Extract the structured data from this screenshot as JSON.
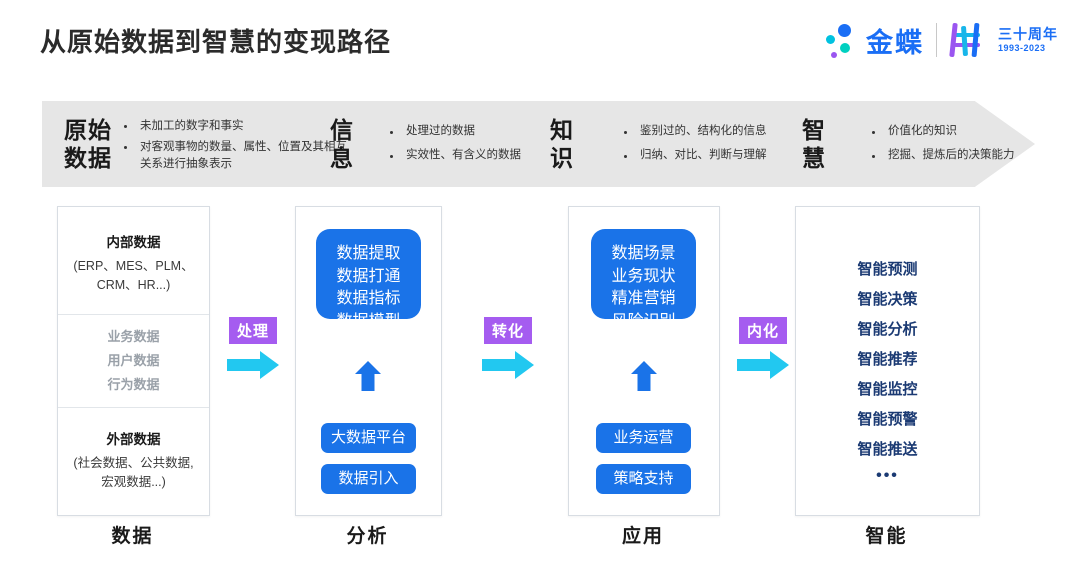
{
  "header": {
    "title": "从原始数据到智慧的变现路径",
    "logo": {
      "brand": "金蝶",
      "anniversary_top": "三十周年",
      "anniversary_years": "1993-2023"
    }
  },
  "banner": {
    "segments": [
      {
        "title_line1": "原始",
        "title_line2": "数据",
        "bullets": [
          "未加工的数字和事实",
          "对客观事物的数量、属性、位置及其相互关系进行抽象表示"
        ]
      },
      {
        "title_line1": "信",
        "title_line2": "息",
        "bullets": [
          "处理过的数据",
          "实效性、有含义的数据"
        ]
      },
      {
        "title_line1": "知",
        "title_line2": "识",
        "bullets": [
          "鉴别过的、结构化的信息",
          "归纳、对比、判断与理解"
        ]
      },
      {
        "title_line1": "智",
        "title_line2": "慧",
        "bullets": [
          "价值化的知识",
          "挖掘、提炼后的决策能力"
        ]
      }
    ]
  },
  "columns": [
    {
      "bottom_label": "数据",
      "internal_head": "内部数据",
      "internal_sub": "(ERP、MES、PLM、\nCRM、HR...)",
      "grey_items": [
        "业务数据",
        "用户数据",
        "行为数据"
      ],
      "external_head": "外部数据",
      "external_sub": "(社会数据、公共数据,\n宏观数据...)"
    },
    {
      "bottom_label": "分析",
      "main_box": "数据提取\n数据打通\n数据指标\n数据模型",
      "pills": [
        "大数据平台",
        "数据引入"
      ]
    },
    {
      "bottom_label": "应用",
      "main_box": "数据场景\n业务现状\n精准营销\n风险识别",
      "pills": [
        "业务运营",
        "策略支持"
      ]
    },
    {
      "bottom_label": "智能",
      "items": [
        "智能预测",
        "智能决策",
        "智能分析",
        "智能推荐",
        "智能监控",
        "智能预警",
        "智能推送"
      ],
      "more": "•••"
    }
  ],
  "connectors": [
    {
      "label": "处理"
    },
    {
      "label": "转化"
    },
    {
      "label": "内化"
    }
  ],
  "colors": {
    "brand_blue": "#1a73e8",
    "logo_blue": "#1a6ef5",
    "badge_purple": "#a55cf0",
    "arrow_cyan": "#22c8f0",
    "navy": "#1b3a73",
    "banner_grey": "#e6e6e6"
  }
}
